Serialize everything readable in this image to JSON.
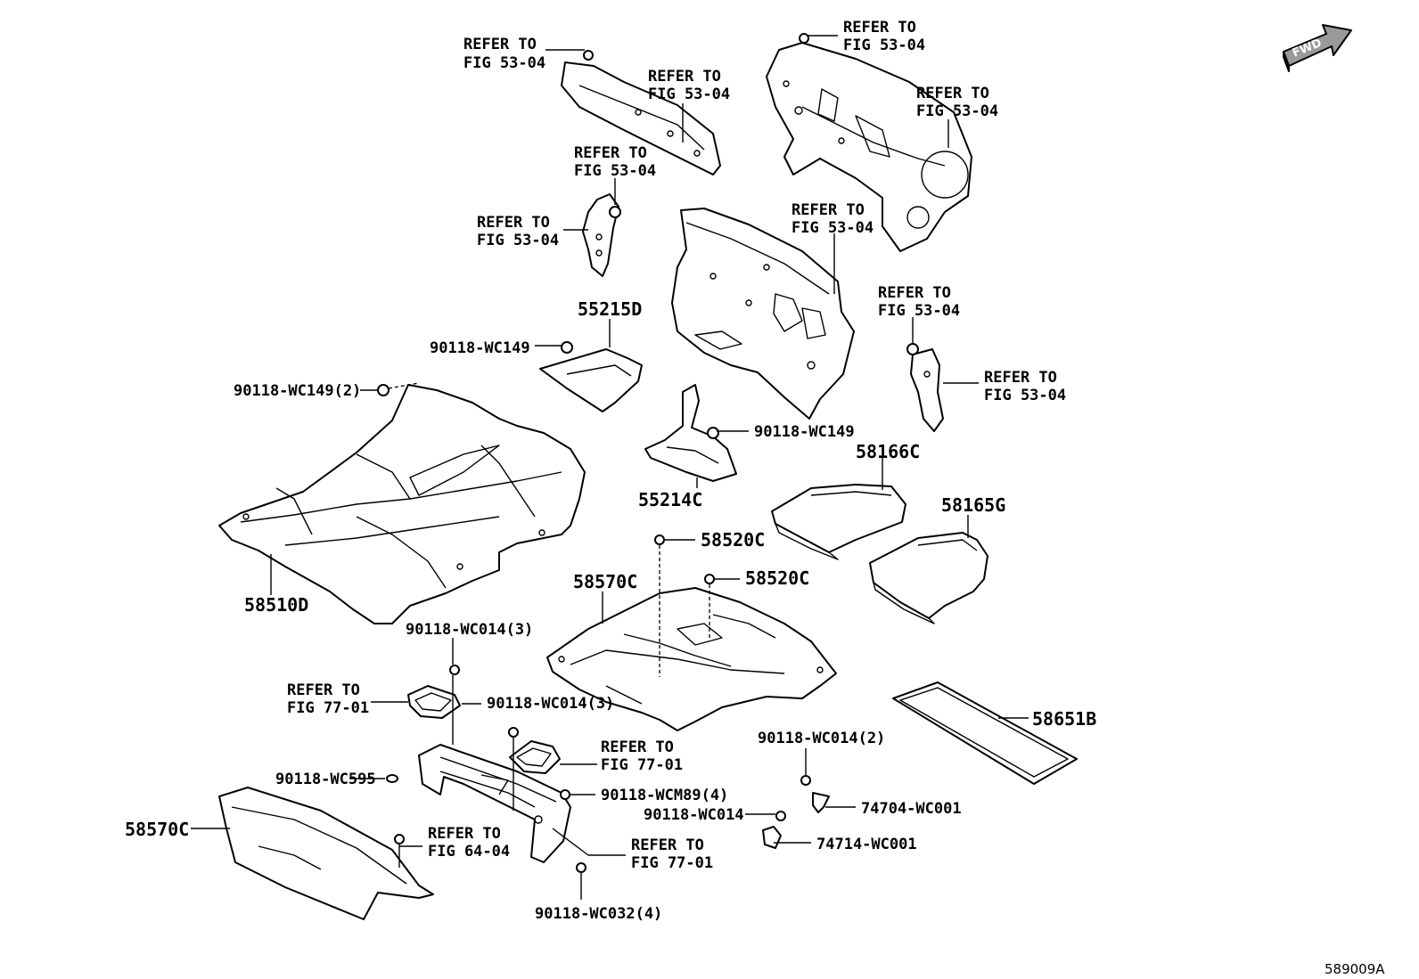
{
  "diagram_ref": "589009A",
  "fwd_label": "FWD",
  "labels": {
    "r1a": "REFER TO",
    "r1b": "FIG 53-04",
    "r2a": "REFER TO",
    "r2b": "FIG 53-04",
    "r3a": "REFER TO",
    "r3b": "FIG 53-04",
    "r4a": "REFER TO",
    "r4b": "FIG 53-04",
    "r5a": "REFER TO",
    "r5b": "FIG 53-04",
    "r6a": "REFER TO",
    "r6b": "FIG 53-04",
    "r7a": "REFER TO",
    "r7b": "FIG 53-04",
    "r8a": "REFER TO",
    "r8b": "FIG 53-04",
    "r9a": "REFER TO",
    "r9b": "FIG 53-04",
    "r10a": "REFER TO",
    "r10b": "FIG 77-01",
    "r11a": "REFER TO",
    "r11b": "FIG 77-01",
    "r12a": "REFER TO",
    "r12b": "FIG 64-04",
    "r13a": "REFER TO",
    "r13b": "FIG 77-01",
    "p55215D": "55215D",
    "p55214C": "55214C",
    "p58510D": "58510D",
    "p58166C": "58166C",
    "p58165G": "58165G",
    "p58520C_1": "58520C",
    "p58520C_2": "58520C",
    "p58570C_1": "58570C",
    "p58570C_2": "58570C",
    "p58651B": "58651B",
    "f_wc149_a": "90118-WC149",
    "f_wc149_2": "90118-WC149(2)",
    "f_wc149_b": "90118-WC149",
    "f_wc014_3a": "90118-WC014(3)",
    "f_wc014_3b": "90118-WC014(3)",
    "f_wc595": "90118-WC595",
    "f_wcm89": "90118-WCM89(4)",
    "f_wc032": "90118-WC032(4)",
    "f_wc014_2": "90118-WC014(2)",
    "f_wc014": "90118-WC014",
    "f_74704": "74704-WC001",
    "f_74714": "74714-WC001"
  }
}
